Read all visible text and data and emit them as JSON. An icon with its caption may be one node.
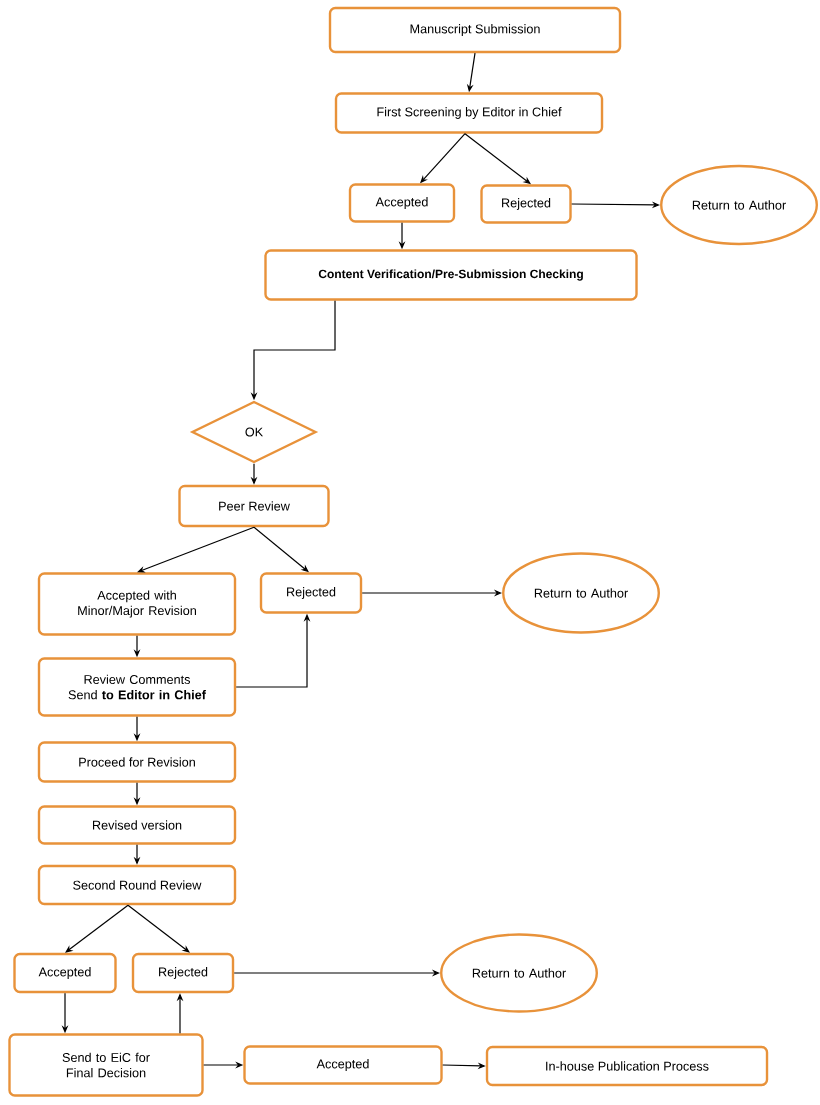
{
  "diagram": {
    "nodes": [
      {
        "text": [
          "Manuscript Submission"
        ]
      },
      {
        "text": [
          "First Screening by Editor in Chief"
        ]
      },
      {
        "text": [
          "Accepted"
        ]
      },
      {
        "text": [
          "Rejected"
        ]
      },
      {
        "text": [
          "Return to Author"
        ]
      },
      {
        "text": [
          "Content Verification/Pre-Submission Checking"
        ]
      },
      {
        "text": [
          "OK"
        ]
      },
      {
        "text": [
          "Peer Review"
        ]
      },
      {
        "text": [
          "Accepted with Minor/Major Revision"
        ]
      },
      {
        "text": [
          "Rejected"
        ]
      },
      {
        "text": [
          "Return to Author"
        ]
      },
      {
        "text": [
          "Review Comments Send **to Editor in Chief**"
        ]
      },
      {
        "text": [
          "Proceed for Revision"
        ]
      },
      {
        "text": [
          "Revised version"
        ]
      },
      {
        "text": [
          "Second Round Review"
        ]
      },
      {
        "text": [
          "Accepted"
        ]
      },
      {
        "text": [
          "Rejected"
        ]
      },
      {
        "text": [
          "Return to Author"
        ]
      },
      {
        "text": [
          "Send to EiC for Final Decision"
        ]
      },
      {
        "text": [
          "Accepted"
        ]
      },
      {
        "text": [
          "In-house Publication Process"
        ]
      }
    ],
    "edges": [
      {
        "from": 0,
        "to": 1,
        "arrow": "to"
      },
      {
        "from": 1,
        "to": 2,
        "arrow": "to"
      },
      {
        "from": 1,
        "to": 3,
        "arrow": "to"
      },
      {
        "from": 3,
        "to": 4,
        "arrow": "to"
      },
      {
        "from": 2,
        "to": 5,
        "arrow": "to"
      },
      {
        "from": 5,
        "to": 6,
        "arrow": "to"
      },
      {
        "from": 6,
        "to": 7,
        "arrow": "to"
      },
      {
        "from": 7,
        "to": 8,
        "arrow": "to"
      },
      {
        "from": 7,
        "to": 9,
        "arrow": "to"
      },
      {
        "from": 9,
        "to": 10,
        "arrow": "to"
      },
      {
        "from": 8,
        "to": 11,
        "arrow": "to"
      },
      {
        "from": 11,
        "to": 9,
        "arrow": "to"
      },
      {
        "from": 11,
        "to": 12,
        "arrow": "to"
      },
      {
        "from": 12,
        "to": 13,
        "arrow": "to"
      },
      {
        "from": 13,
        "to": 14,
        "arrow": "to"
      },
      {
        "from": 14,
        "to": 15,
        "arrow": "to"
      },
      {
        "from": 14,
        "to": 16,
        "arrow": "to"
      },
      {
        "from": 16,
        "to": 17,
        "arrow": "to"
      },
      {
        "from": 15,
        "to": 18,
        "arrow": "to"
      },
      {
        "from": 18,
        "to": 16,
        "arrow": "to"
      },
      {
        "from": 18,
        "to": 19,
        "arrow": "to"
      },
      {
        "from": 19,
        "to": 20,
        "arrow": "to"
      }
    ]
  }
}
